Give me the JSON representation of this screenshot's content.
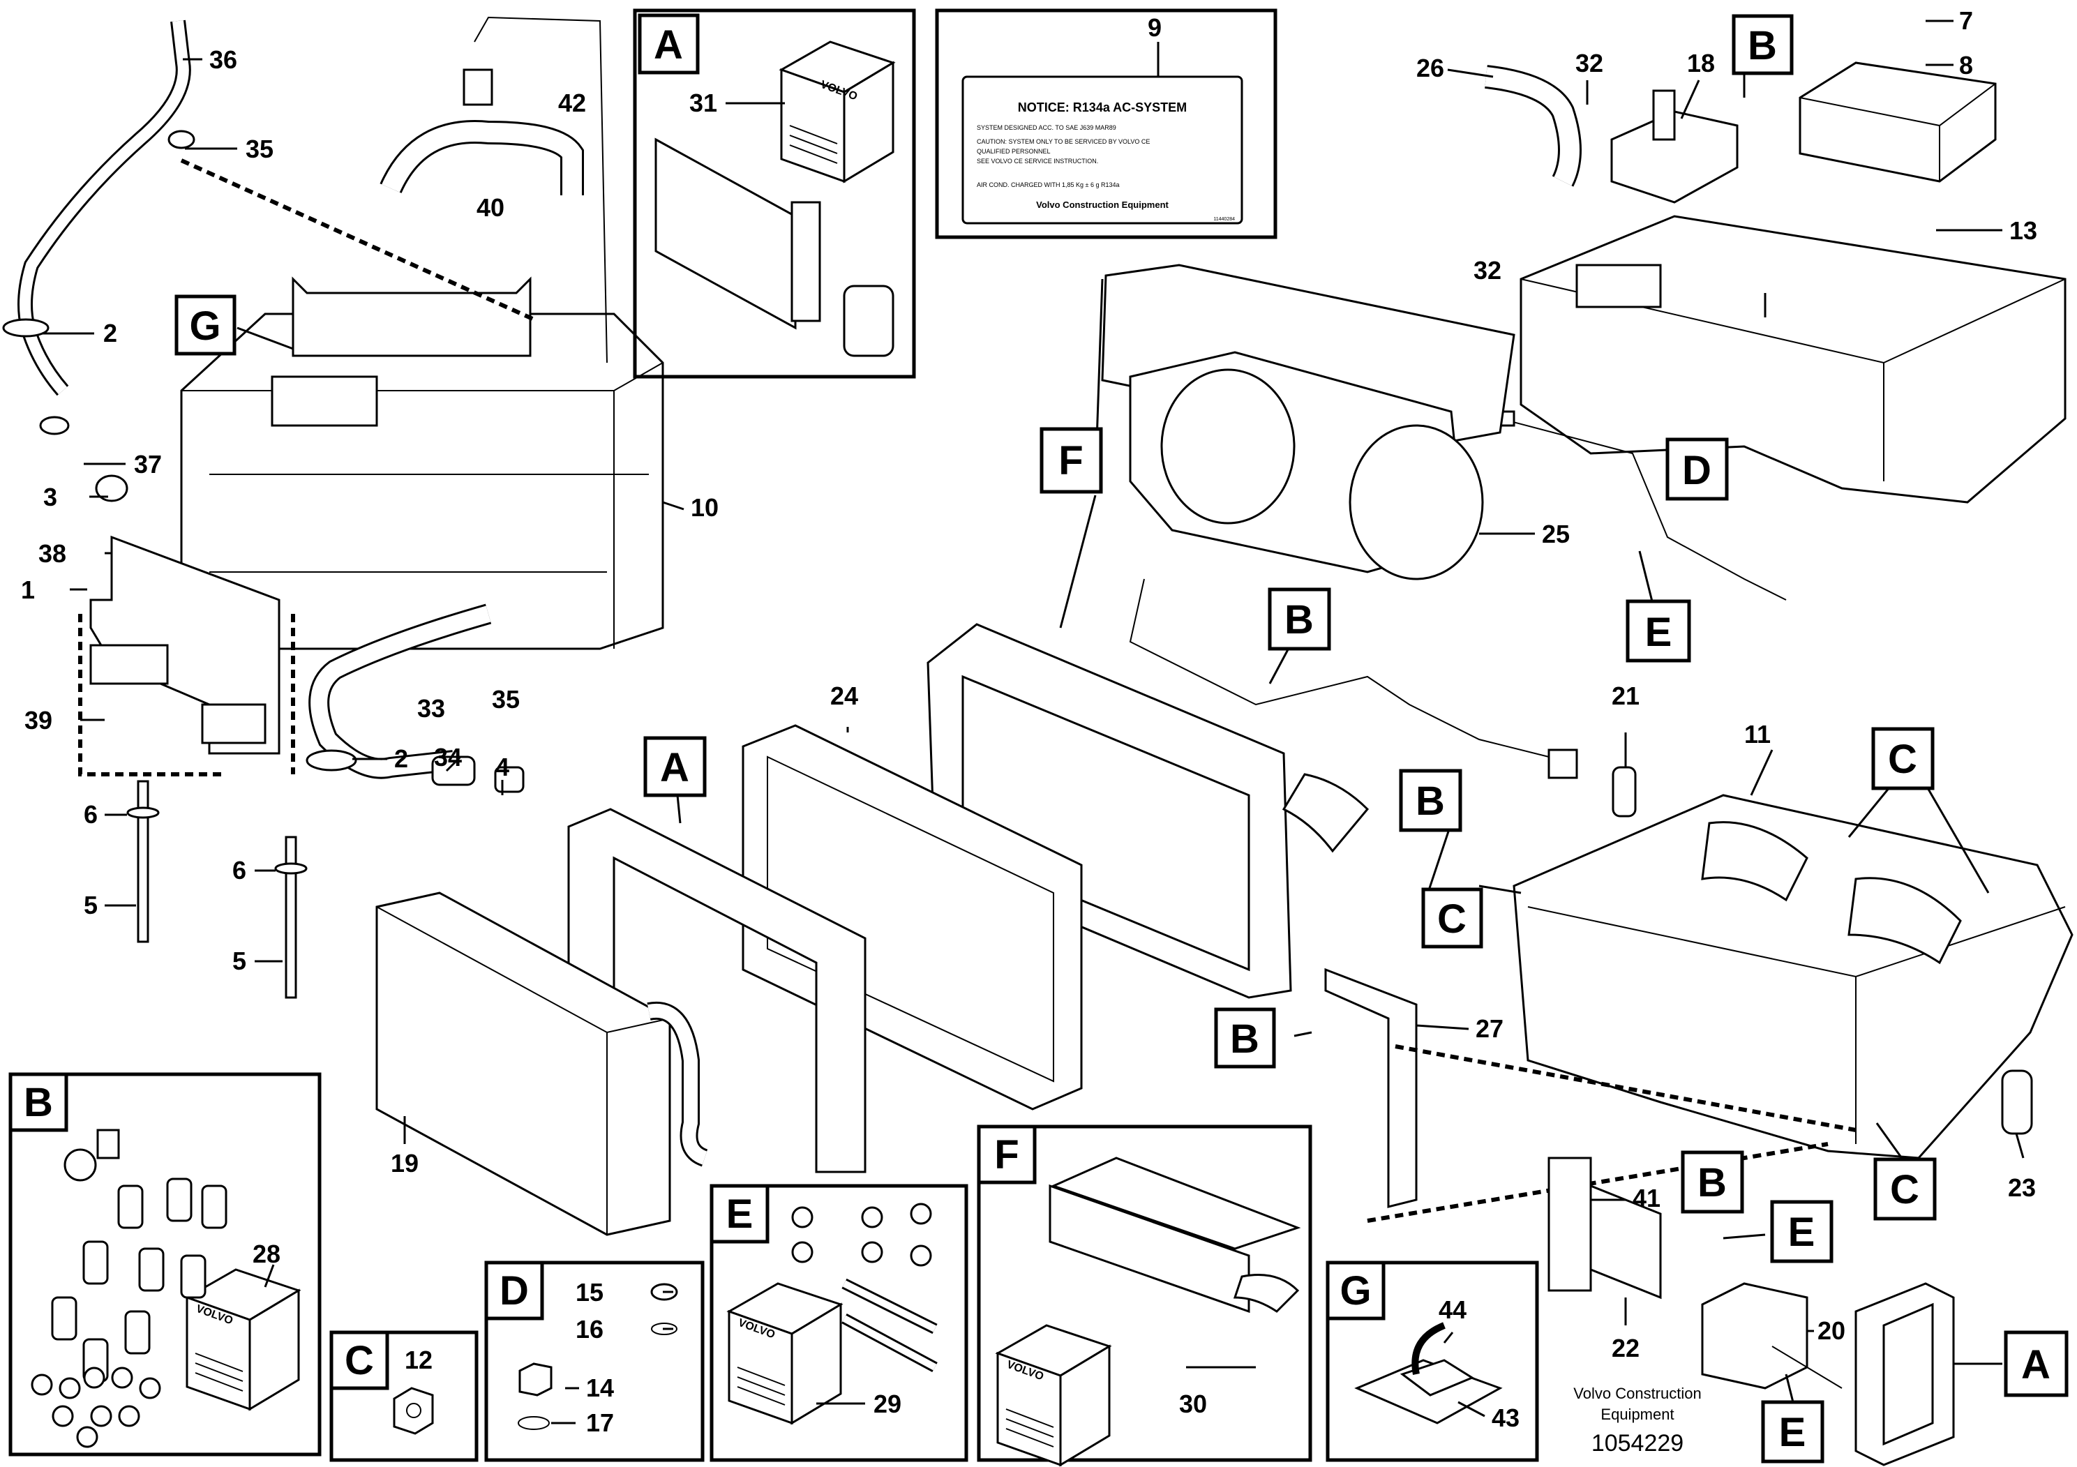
{
  "diagram": {
    "callouts": [
      "1",
      "2",
      "3",
      "4",
      "5",
      "6",
      "7",
      "8",
      "9",
      "10",
      "11",
      "12",
      "13",
      "14",
      "15",
      "16",
      "17",
      "18",
      "19",
      "20",
      "21",
      "22",
      "23",
      "24",
      "25",
      "26",
      "27",
      "28",
      "29",
      "30",
      "31",
      "32",
      "33",
      "34",
      "35",
      "36",
      "37",
      "38",
      "39",
      "40",
      "41",
      "42",
      "43",
      "44"
    ],
    "letters": [
      "A",
      "B",
      "C",
      "D",
      "E",
      "F",
      "G"
    ],
    "notice": {
      "title": "NOTICE: R134a AC-SYSTEM",
      "line1": "SYSTEM DESIGNED ACC. TO SAE J639 MAR89",
      "line2": "CAUTION: SYSTEM ONLY TO BE SERVICED BY VOLVO CE",
      "line3": "QUALIFIED PERSONNEL",
      "line4": "SEE VOLVO CE SERVICE INSTRUCTION.",
      "line5": "AIR COND. CHARGED WITH 1,85 Kg ± 6 g R134a",
      "brand": "Volvo Construction Equipment",
      "code": "11440284"
    },
    "kit_brand": "VOLVO",
    "footer": {
      "line1": "Volvo Construction",
      "line2": "Equipment",
      "drawing_no": "1054229"
    }
  }
}
